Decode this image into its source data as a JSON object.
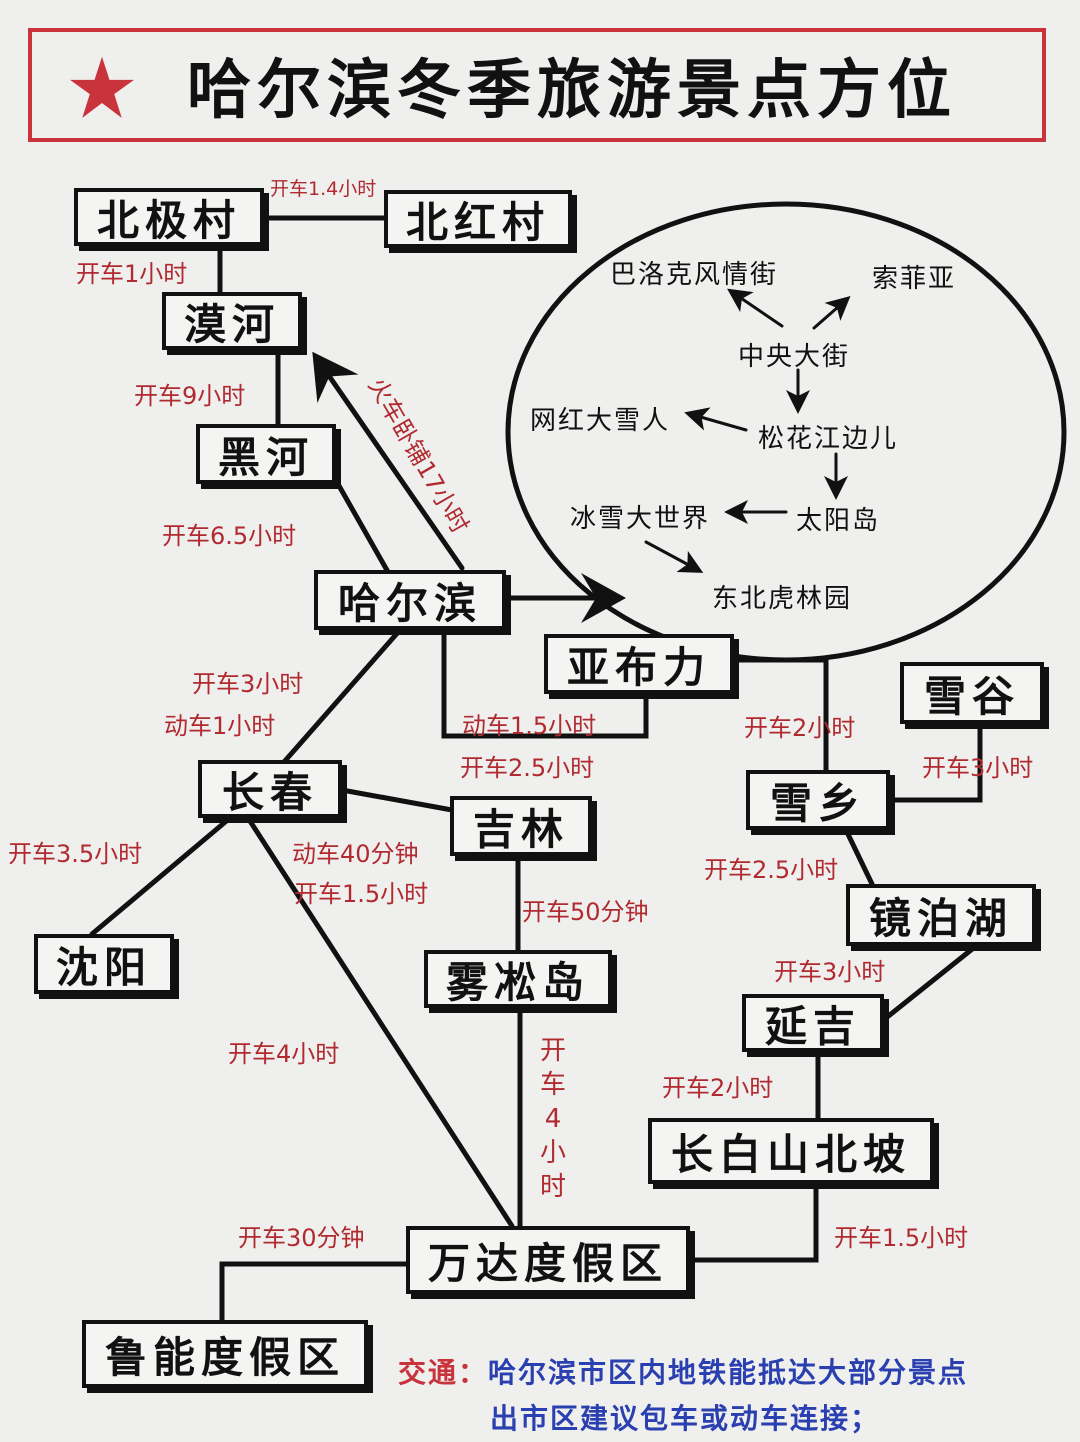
{
  "title": "哈尔滨冬季旅游景点方位",
  "icons": {
    "title": "star-icon"
  },
  "colors": {
    "title_border": "#c9333b",
    "star": "#c9333b",
    "route_label": "#b02a30",
    "note": "#2a3fb0"
  },
  "nodes": {
    "beiji": "北极村",
    "beihong": "北红村",
    "mohe": "漠河",
    "heihe": "黑河",
    "harbin": "哈尔滨",
    "yabuli": "亚布力",
    "xuegu": "雪谷",
    "xuexiang": "雪乡",
    "changchun": "长春",
    "jilin": "吉林",
    "jingbo": "镜泊湖",
    "shenyang": "沈阳",
    "wusong": "雾凇岛",
    "yanji": "延吉",
    "changbai": "长白山北坡",
    "wanda": "万达度假区",
    "luneng": "鲁能度假区"
  },
  "routes": {
    "beiji_beihong": "开车1.4小时",
    "beiji_mohe": "开车1小时",
    "mohe_heihe": "开车9小时",
    "heihe_harbin": "开车6.5小时",
    "harbin_mohe_train": "火车卧铺17小时",
    "harbin_changchun_drive": "开车3小时",
    "harbin_changchun_rail": "动车1小时",
    "harbin_yabuli_rail": "动车1.5小时",
    "harbin_yabuli_drive": "开车2.5小时",
    "yabuli_xuexiang": "开车2小时",
    "xuegu_xuexiang": "开车3小时",
    "xuexiang_jingbo": "开车2.5小时",
    "jingbo_yanji": "开车3小时",
    "yanji_changbai": "开车2小时",
    "changbai_wanda": "开车1.5小时",
    "changchun_shenyang": "开车3.5小时",
    "changchun_jilin_rail": "动车40分钟",
    "changchun_jilin_drive": "开车1.5小时",
    "jilin_wusong": "开车50分钟",
    "wusong_wanda": "开车4小时",
    "changchun_wanda": "开车4小时",
    "wanda_luneng": "开车30分钟"
  },
  "city": {
    "central": "中央大街",
    "baroque": "巴洛克风情街",
    "sophia": "索菲亚",
    "songhua": "松花江边儿",
    "snowman": "网红大雪人",
    "sun_island": "太阳岛",
    "ice_world": "冰雪大世界",
    "tiger_park": "东北虎林园"
  },
  "note": {
    "lead": "交通：",
    "line1": "哈尔滨市区内地铁能抵达大部分景点",
    "line2": "出市区建议包车或动车连接；"
  }
}
